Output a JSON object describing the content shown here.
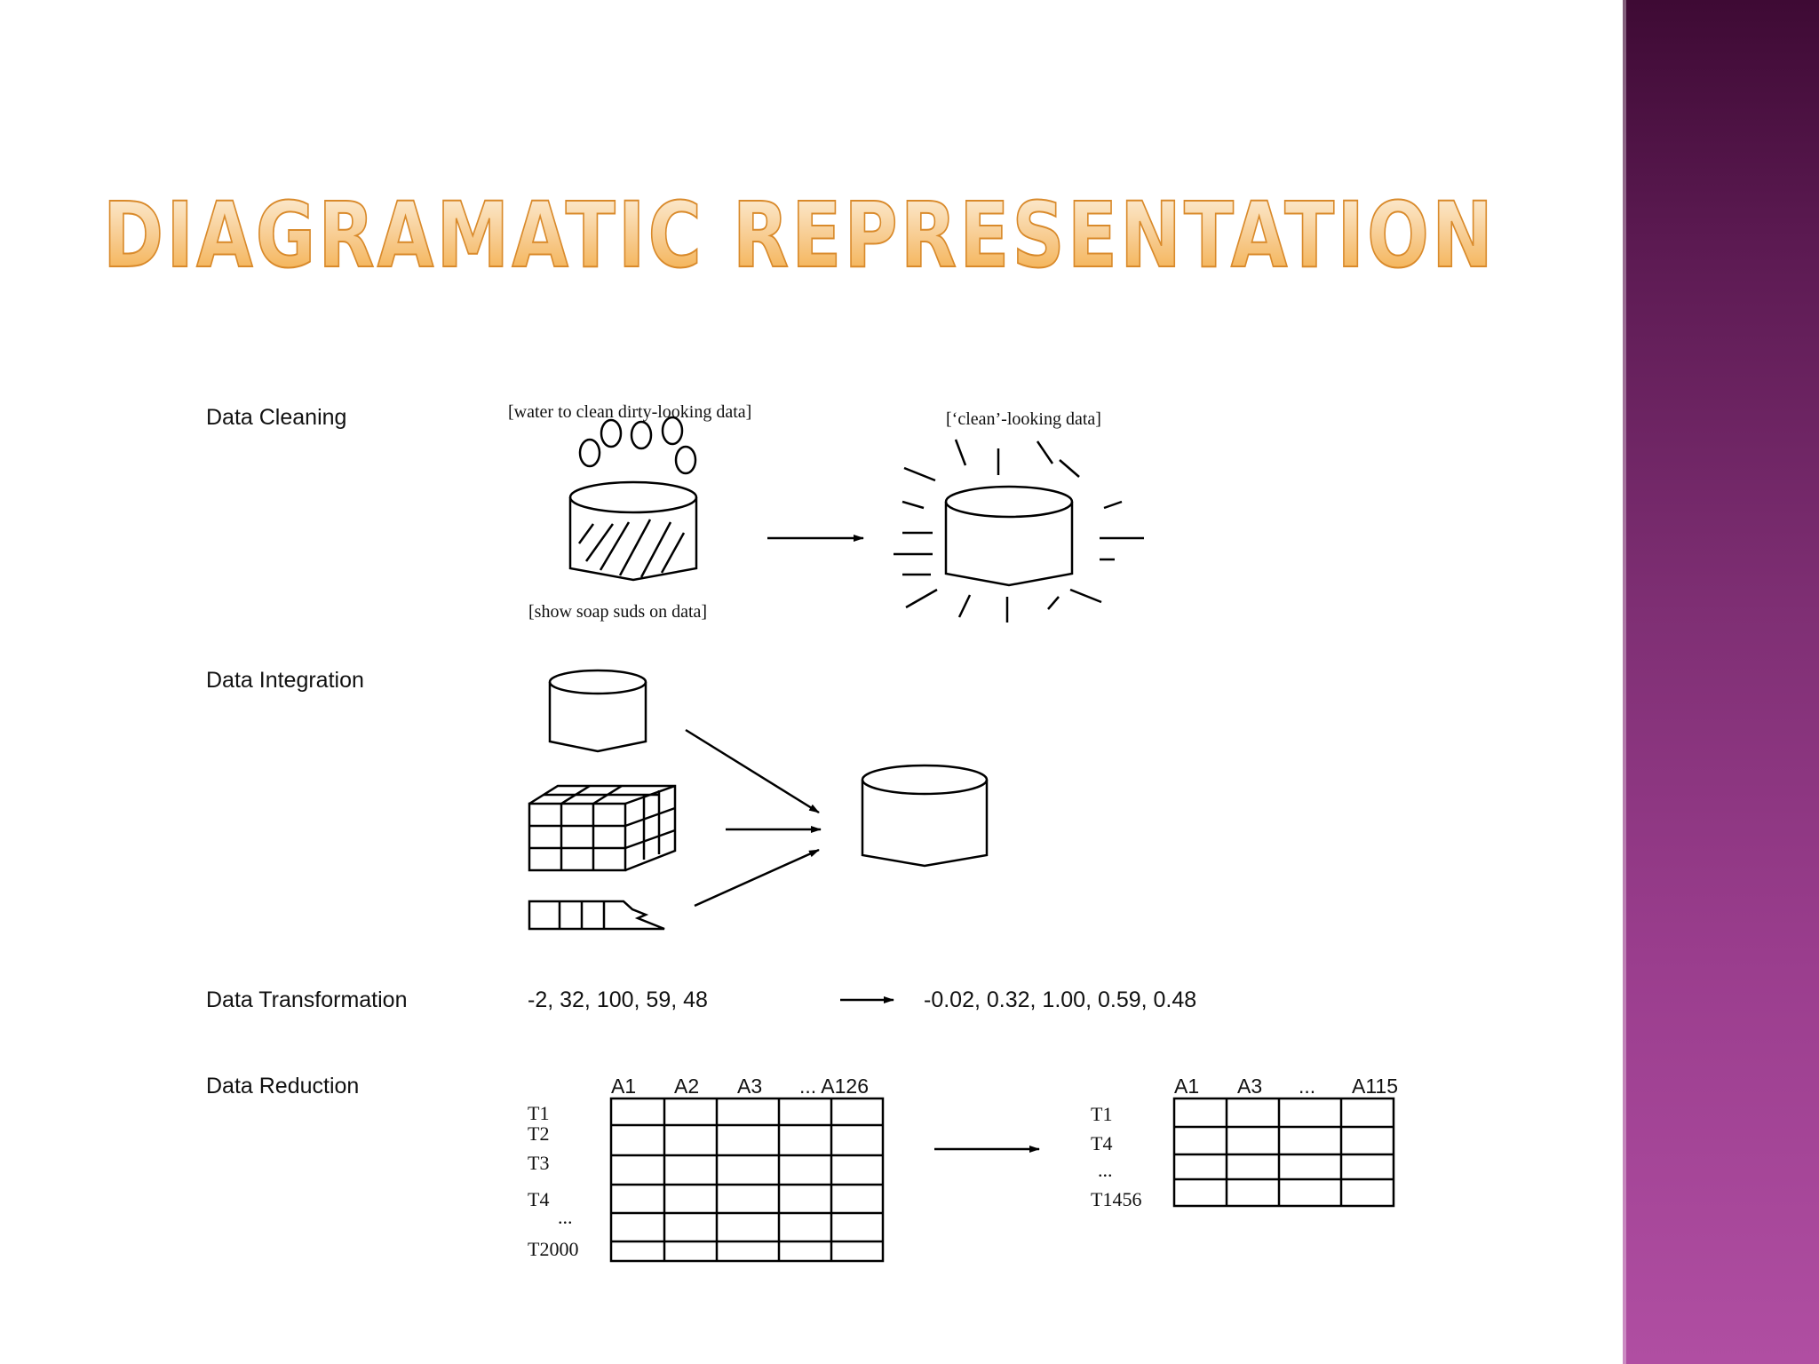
{
  "slide": {
    "title": "Diagramatic Representation",
    "colors": {
      "title_fill_top": "#fdf3e2",
      "title_fill_bottom": "#f3a93c",
      "title_stroke": "#d98a2b",
      "side_band": "#9a3d8d"
    }
  },
  "diagram": {
    "cleaning": {
      "label": "Data Cleaning",
      "note_water": "[water to clean dirty-looking data]",
      "note_clean": "[‘clean’-looking data]",
      "note_suds": "[show soap suds on data]"
    },
    "integration": {
      "label": "Data Integration"
    },
    "transformation": {
      "label": "Data Transformation",
      "input": "-2, 32, 100, 59, 48",
      "output": "-0.02, 0.32, 1.00, 0.59, 0.48"
    },
    "reduction": {
      "label": "Data Reduction",
      "left_cols": [
        "A1",
        "A2",
        "A3",
        "... A126"
      ],
      "left_rows": [
        "T1",
        "T2",
        "T3",
        "T4",
        "...",
        "T2000"
      ],
      "right_cols": [
        "A1",
        "A3",
        "...",
        "A115"
      ],
      "right_rows": [
        "T1",
        "T4",
        "...",
        "T1456"
      ]
    }
  }
}
